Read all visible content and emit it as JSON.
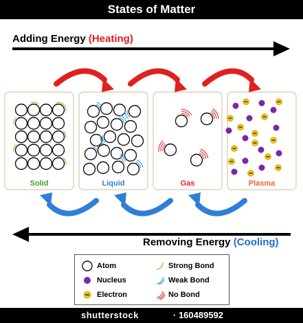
{
  "title": "States of Matter",
  "heating": {
    "label": "Adding Energy",
    "paren": "(Heating)"
  },
  "cooling": {
    "label": "Removing Energy",
    "paren": "(Cooling)"
  },
  "states": [
    {
      "label": "Solid",
      "color": "#4a9a2e"
    },
    {
      "label": "Liquid",
      "color": "#2f7fd6"
    },
    {
      "label": "Gas",
      "color": "#e0201f"
    },
    {
      "label": "Plasma",
      "color": "#e8662a"
    }
  ],
  "legend": [
    {
      "label": "Atom",
      "icon": "atom-icon"
    },
    {
      "label": "Nucleus",
      "icon": "nucleus-icon"
    },
    {
      "label": "Electron",
      "icon": "electron-icon"
    },
    {
      "label": "Strong Bond",
      "icon": "strong-bond-icon"
    },
    {
      "label": "Weak Bond",
      "icon": "weak-bond-icon"
    },
    {
      "label": "No Bond",
      "icon": "no-bond-icon"
    }
  ],
  "colors": {
    "heat_arrow": "#e0201f",
    "cool_arrow": "#2f7fd6",
    "panel_border": "#d8c9a8",
    "nucleus": "#7a28a8",
    "electron": "#f1c40f",
    "strong_bond": "#9ccc35",
    "weak_bond": "#4aa8e0",
    "no_bond": "#e54b4b"
  },
  "footer": {
    "brand": "shutterstock",
    "code": "· 160489592"
  }
}
